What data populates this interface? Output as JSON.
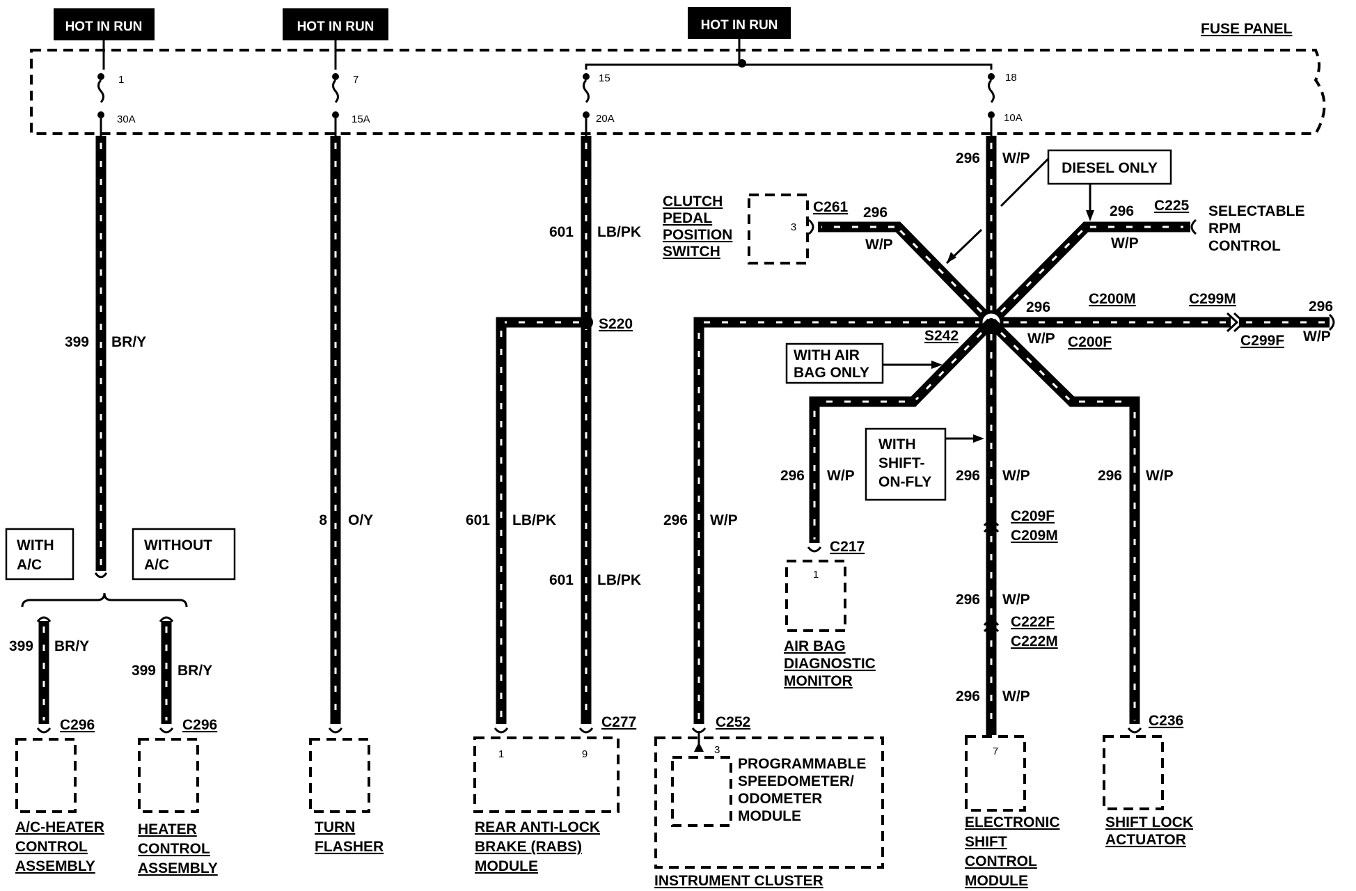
{
  "hot_labels": [
    "HOT IN RUN",
    "HOT IN RUN",
    "HOT IN RUN"
  ],
  "fuse_panel": {
    "title": "FUSE PANEL",
    "fuses": [
      {
        "number": "1",
        "rating": "30A"
      },
      {
        "number": "7",
        "rating": "15A"
      },
      {
        "number": "15",
        "rating": "20A"
      },
      {
        "number": "18",
        "rating": "10A"
      }
    ]
  },
  "notes": {
    "diesel_only": "DIESEL ONLY",
    "with_air_bag": [
      "WITH AIR",
      "BAG ONLY"
    ],
    "with_shift_on_fly": [
      "WITH",
      "SHIFT-",
      "ON-FLY"
    ],
    "with_ac": [
      "WITH",
      "A/C"
    ],
    "without_ac": [
      "WITHOUT",
      "A/C"
    ]
  },
  "circuits": {
    "c399": {
      "number": "399",
      "color": "BR/Y"
    },
    "c8": {
      "number": "8",
      "color": "O/Y"
    },
    "c601": {
      "number": "601",
      "color": "LB/PK"
    },
    "c296": {
      "number": "296",
      "color": "W/P"
    }
  },
  "splices": {
    "s220": "S220",
    "s242": "S242"
  },
  "connectors": {
    "c261": "C261",
    "c225": "C225",
    "c200m": "C200M",
    "c200f": "C200F",
    "c299m": "C299M",
    "c299f": "C299F",
    "c217": "C217",
    "c209f": "C209F",
    "c209m": "C209M",
    "c222f": "C222F",
    "c222m": "C222M",
    "c236": "C236",
    "c296": "C296",
    "c277": "C277",
    "c252": "C252"
  },
  "pins": {
    "clutch": "3",
    "airbag": "1",
    "rabs_a": "1",
    "rabs_b": "9",
    "speedo": "3",
    "eshift": "7"
  },
  "components": {
    "clutch": [
      "CLUTCH",
      "PEDAL",
      "POSITION",
      "SWITCH"
    ],
    "rpm": [
      "SELECTABLE",
      "RPM",
      "CONTROL"
    ],
    "airbag": [
      "AIR BAG",
      "DIAGNOSTIC",
      "MONITOR"
    ],
    "ac_heater": [
      "A/C-HEATER",
      "CONTROL",
      "ASSEMBLY"
    ],
    "heater": [
      "HEATER",
      "CONTROL",
      "ASSEMBLY"
    ],
    "turn": [
      "TURN",
      "FLASHER"
    ],
    "rabs": [
      "REAR ANTI-LOCK",
      "BRAKE (RABS)",
      "MODULE"
    ],
    "speedo": [
      "PROGRAMMABLE",
      "SPEEDOMETER/",
      "ODOMETER",
      "MODULE"
    ],
    "cluster": "INSTRUMENT CLUSTER",
    "eshift": [
      "ELECTRONIC",
      "SHIFT",
      "CONTROL",
      "MODULE"
    ],
    "shiftlock": [
      "SHIFT LOCK",
      "ACTUATOR"
    ]
  }
}
